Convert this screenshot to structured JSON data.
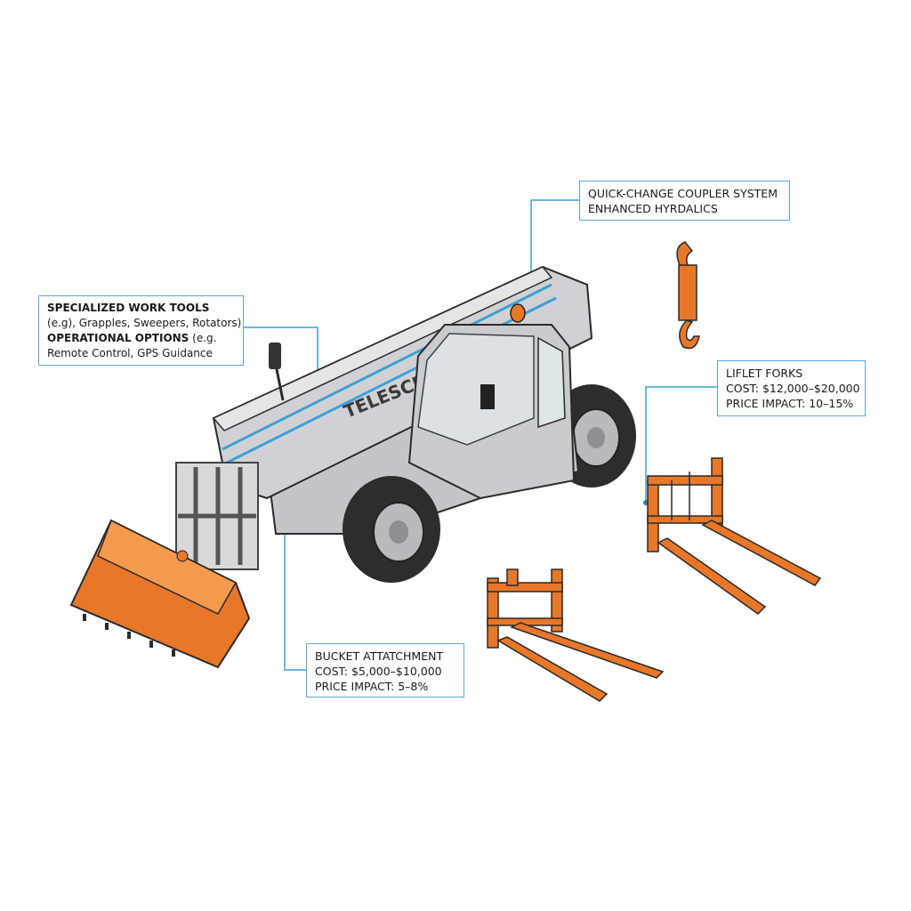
{
  "colors": {
    "accent_line": "#3f9fd8",
    "attachment_orange": "#e8772a",
    "machine_gray": "#c9cbce",
    "outline": "#2a2a2a"
  },
  "machine": {
    "brand_label": "TELESCRO"
  },
  "callouts": {
    "work_tools": {
      "title": "SPECIALIZED WORK TOOLS",
      "line2": "(e.g), Grapples, Sweepers, Rotators)",
      "line3_bold": "OPERATIONAL OPTIONS",
      "line3_rest": " (e.g.",
      "line4": "Remote Control, GPS Guidance"
    },
    "coupler": {
      "line1": "QUICK-CHANGE COUPLER SYSTEM",
      "line2": "ENHANCED HYRDALICS"
    },
    "forks": {
      "title": "LIFLET FORKS",
      "cost": "COST: $12,000–$20,000",
      "impact": "PRICE IMPACT: 10–15%"
    },
    "bucket": {
      "title": "BUCKET ATTATCHMENT",
      "cost": "COST: $5,000–$10,000",
      "impact": "PRICE IMPACT: 5–8%"
    }
  }
}
